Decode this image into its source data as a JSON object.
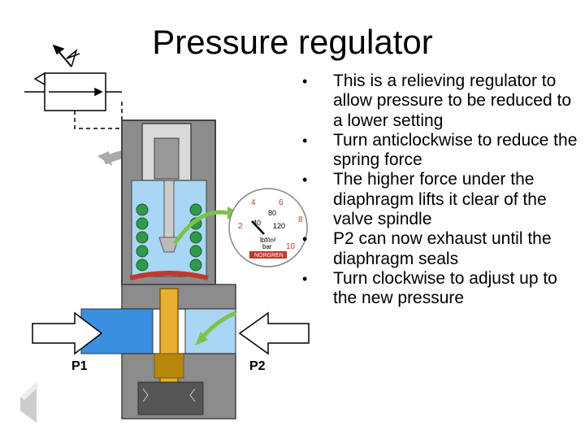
{
  "slide": {
    "title": "Pressure regulator",
    "bullets": [
      "This is a relieving regulator to allow pressure to be reduced to a lower setting",
      "Turn anticlockwise to reduce the spring force",
      "The higher force under the diaphragm lifts it clear of the valve spindle",
      "P2 can now exhaust until the diaphragm seals",
      "Turn clockwise to adjust up to the new pressure"
    ],
    "bullet_symbol": "•"
  },
  "diagram": {
    "port_labels": {
      "inlet": "P1",
      "outlet": "P2"
    },
    "gauge": {
      "outer_ticks": [
        "2",
        "4",
        "6",
        "8",
        "10"
      ],
      "inner_ticks": [
        "40",
        "80",
        "120"
      ],
      "unit_psi": "lbf/in²",
      "unit_bar": "bar",
      "brand": "NORGREN"
    },
    "colors": {
      "body_grey": "#8c8c8c",
      "dark_grey": "#555555",
      "chamber_blue": "#3a8fe0",
      "light_blue": "#a9d6f5",
      "spring_green": "#2e9a4a",
      "diaphragm_red": "#c0392b",
      "spindle_gold": "#e8b030",
      "arrow_green": "#7dc24a"
    }
  }
}
